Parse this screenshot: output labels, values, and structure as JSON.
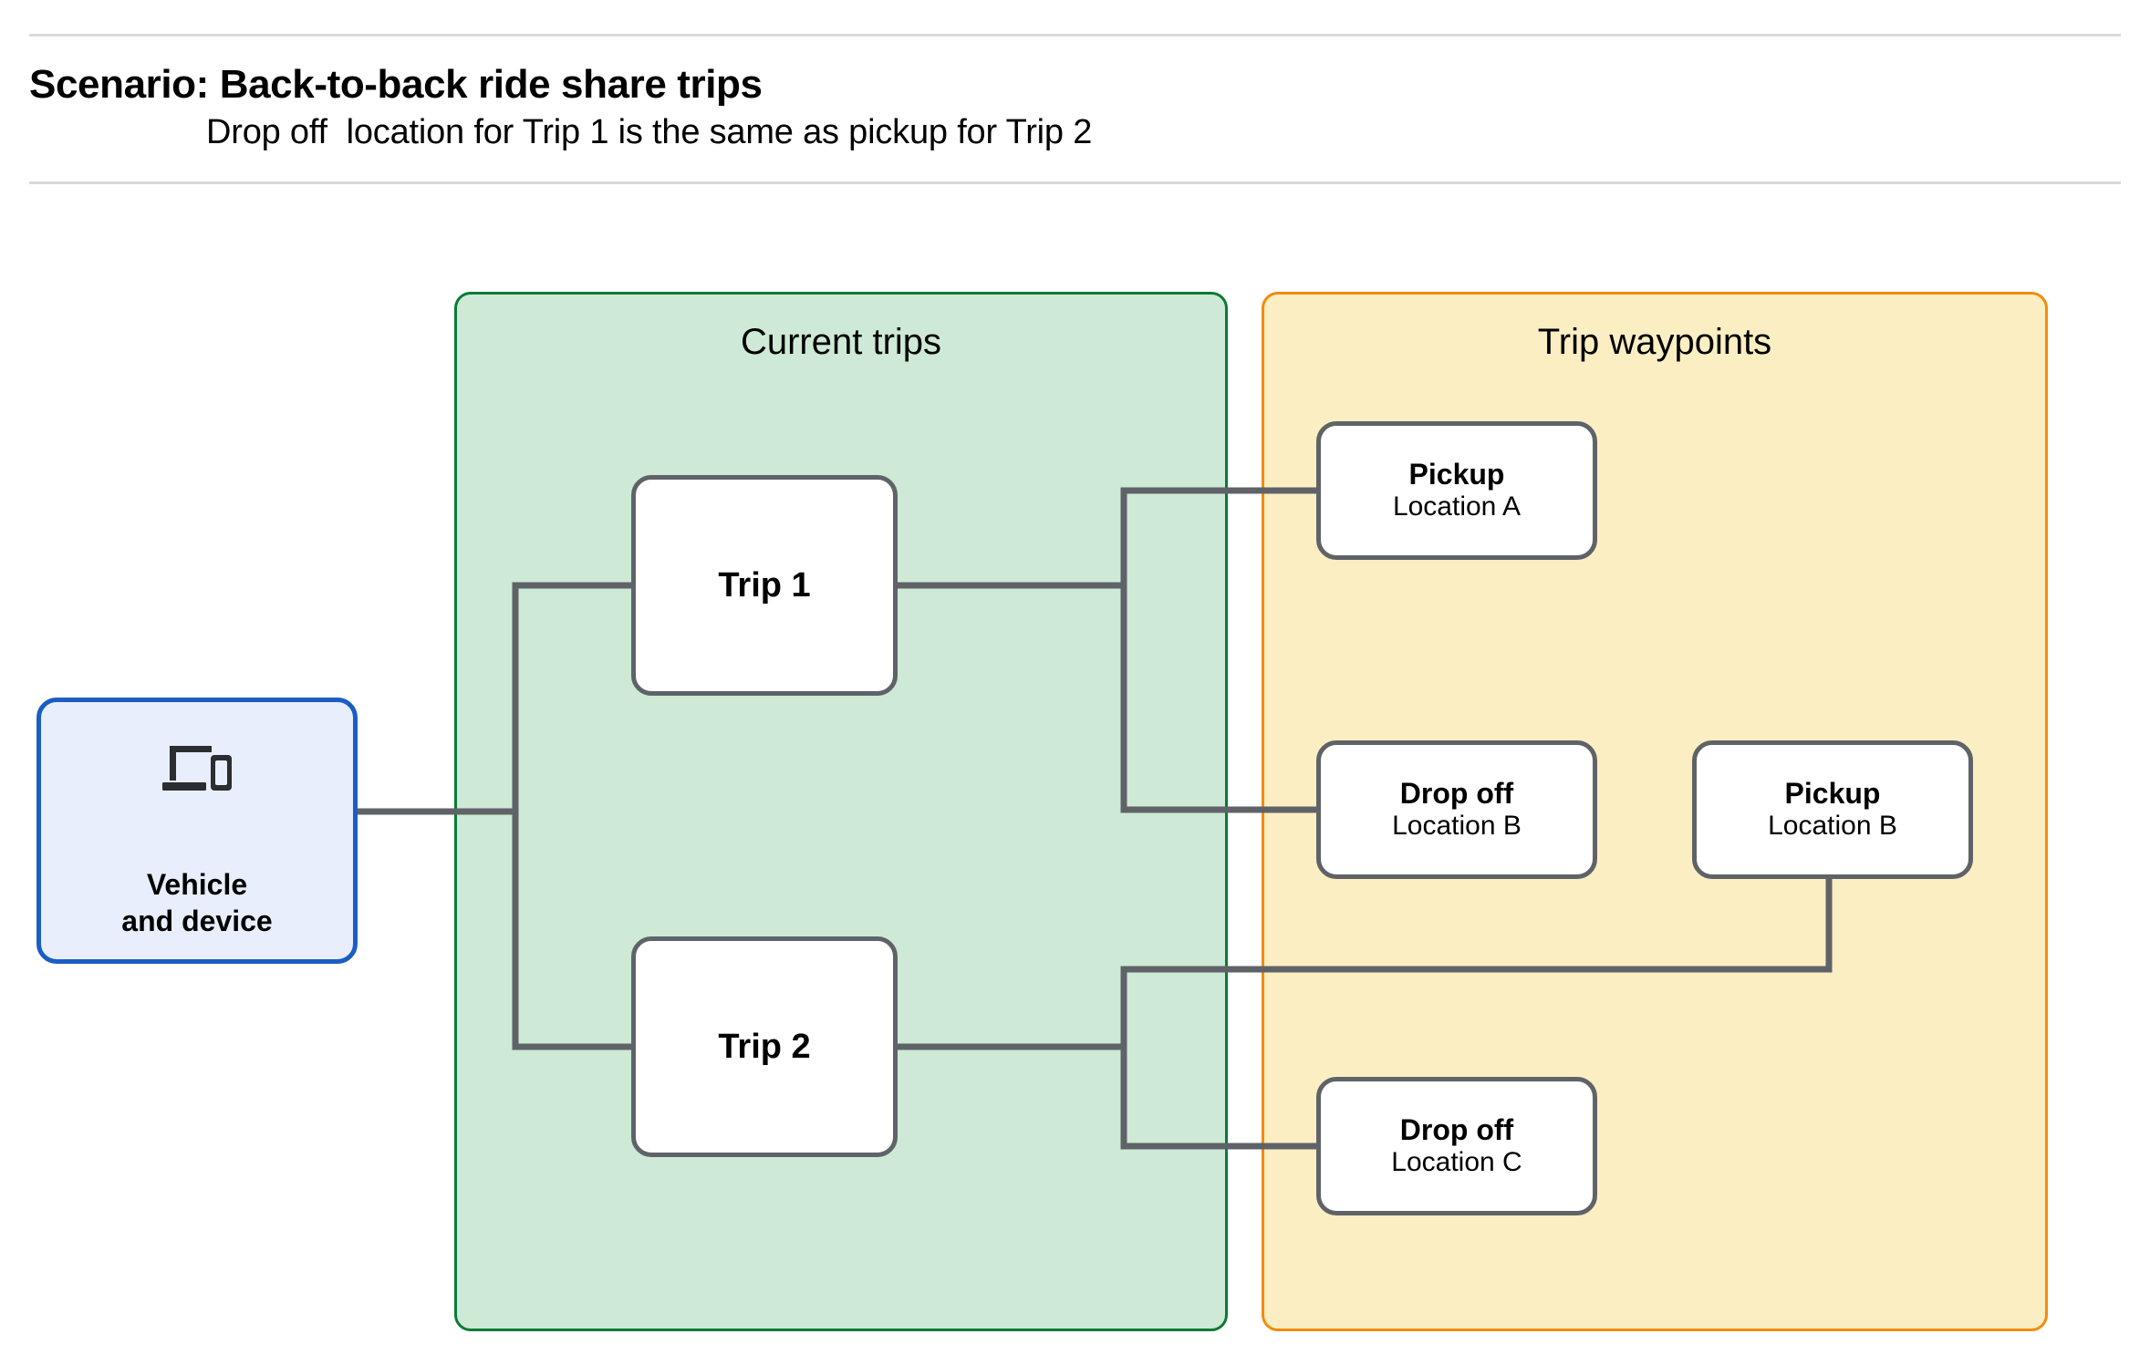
{
  "header": {
    "title": "Scenario: Back-to-back ride share trips",
    "subtitle": "Drop off  location for Trip 1 is the same as pickup for Trip 2"
  },
  "colors": {
    "current_trips_fill": "#cee9d6",
    "current_trips_border": "#0b7a36",
    "trip_waypoints_fill": "#fceec3",
    "trip_waypoints_border": "#f58b0b",
    "vehicle_fill": "#e8eefc",
    "vehicle_border": "#1a5ec4",
    "node_border": "#5f6368",
    "connector": "#5f6368",
    "rule": "#d9d9d9"
  },
  "vehicle": {
    "icon": "devices-icon",
    "label": "Vehicle\nand device"
  },
  "groups": [
    {
      "id": "current-trips",
      "title": "Current trips"
    },
    {
      "id": "trip-waypoints",
      "title": "Trip waypoints"
    }
  ],
  "trips": [
    {
      "id": "trip-1",
      "label": "Trip 1"
    },
    {
      "id": "trip-2",
      "label": "Trip 2"
    }
  ],
  "waypoints": [
    {
      "id": "pickup-a",
      "type": "Pickup",
      "location": "Location A"
    },
    {
      "id": "dropoff-b",
      "type": "Drop off",
      "location": "Location B"
    },
    {
      "id": "pickup-b",
      "type": "Pickup",
      "location": "Location B"
    },
    {
      "id": "dropoff-c",
      "type": "Drop off",
      "location": "Location C"
    }
  ],
  "connections": [
    {
      "from": "vehicle-and-device",
      "to": "trip-1"
    },
    {
      "from": "vehicle-and-device",
      "to": "trip-2"
    },
    {
      "from": "trip-1",
      "to": "pickup-a"
    },
    {
      "from": "trip-1",
      "to": "dropoff-b"
    },
    {
      "from": "trip-2",
      "to": "pickup-b"
    },
    {
      "from": "trip-2",
      "to": "dropoff-c"
    }
  ]
}
